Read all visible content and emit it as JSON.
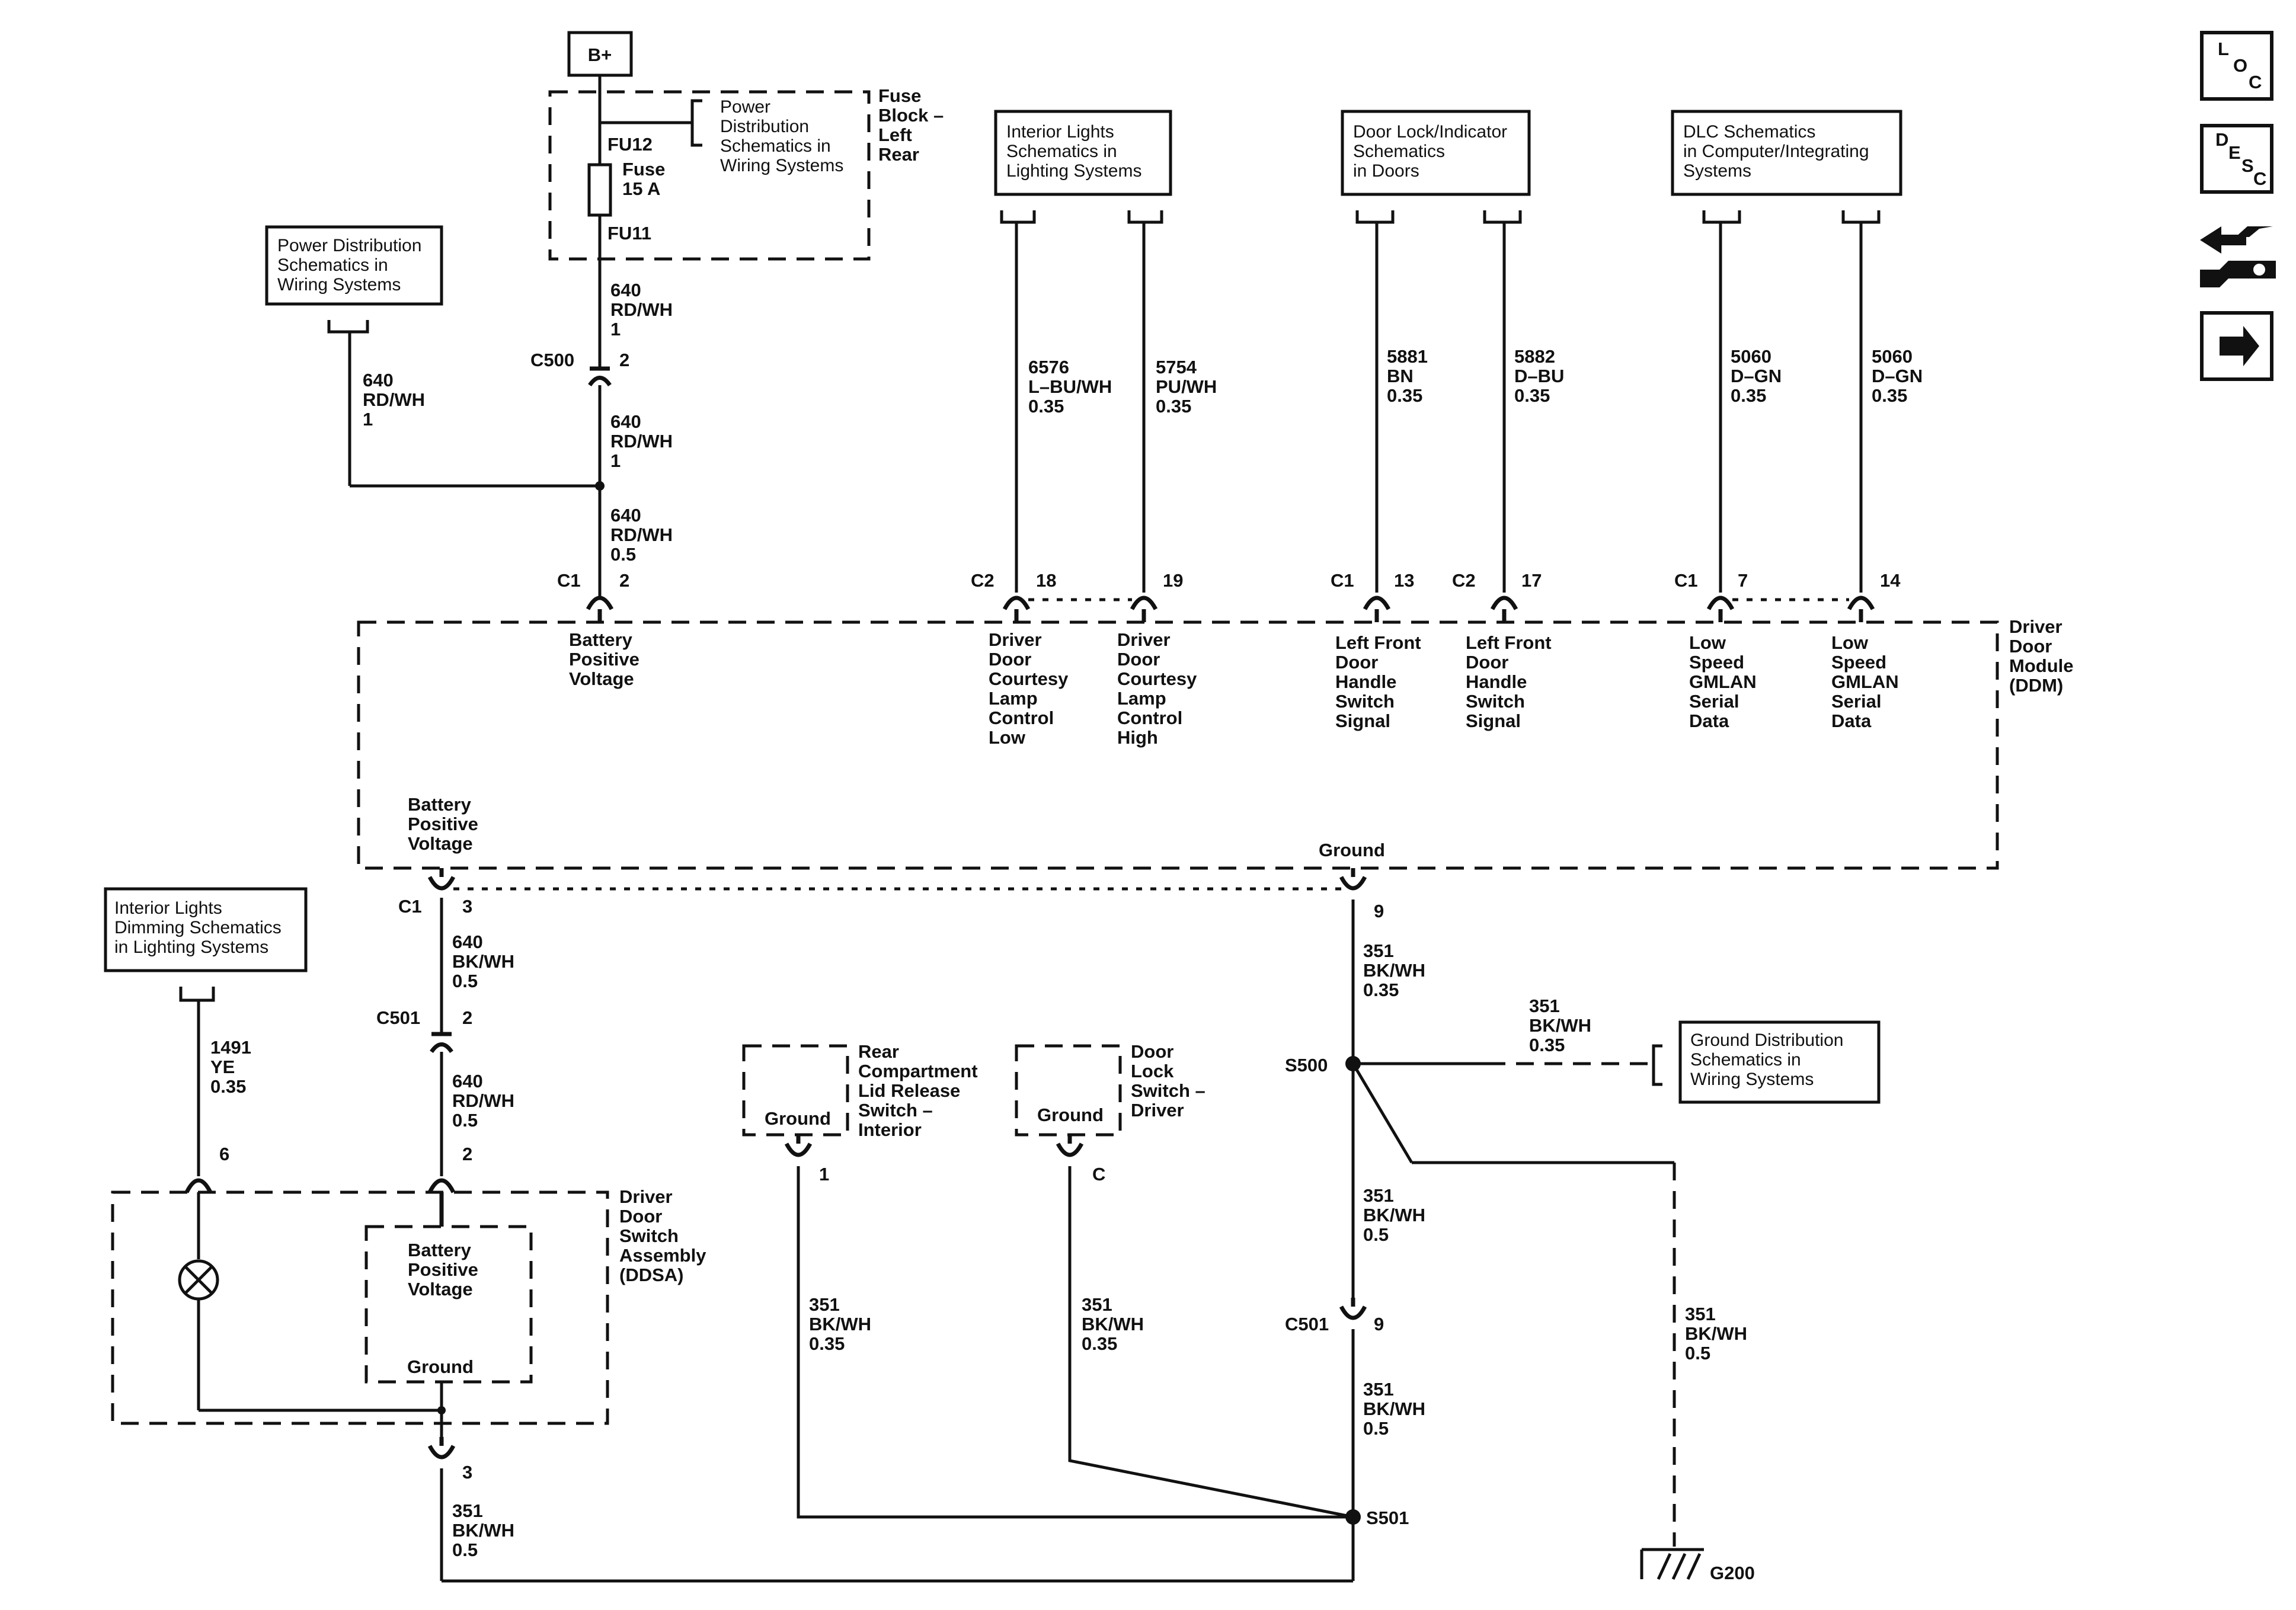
{
  "battery_label": "B+",
  "fuse_block": {
    "label": "Fuse\nBlock –\nLeft\nRear",
    "link": "Power\nDistribution\nSchematics in\nWiring Systems",
    "fu12": "FU12",
    "fuse": "Fuse\n15 A",
    "fu11": "FU11"
  },
  "power_dist_link": "Power Distribution\nSchematics in\nWiring Systems",
  "interior_lights_link": "Interior Lights\nSchematics in\nLighting Systems",
  "door_lock_link": "Door Lock/Indicator\nSchematics\nin Doors",
  "dlc_link": "DLC Schematics\nin Computer/Integrating\nSystems",
  "dimming_link": "Interior Lights\nDimming Schematics\nin Lighting Systems",
  "ground_dist_link": "Ground Distribution\nSchematics in\nWiring Systems",
  "side_icons": {
    "loc": [
      "L",
      "O",
      "C"
    ],
    "desc": [
      "D",
      "E",
      "S",
      "C"
    ]
  },
  "ddm": {
    "label": "Driver\nDoor\nModule\n(DDM)",
    "pins": {
      "battery": "Battery\nPositive\nVoltage",
      "lamp_low": "Driver\nDoor\nCourtesy\nLamp\nControl\nLow",
      "lamp_high": "Driver\nDoor\nCourtesy\nLamp\nControl\nHigh",
      "lf_switch_1": "Left Front\nDoor\nHandle\nSwitch\nSignal",
      "lf_switch_2": "Left Front\nDoor\nHandle\nSwitch\nSignal",
      "gmlan_1": "Low\nSpeed\nGMLAN\nSerial\nData",
      "gmlan_2": "Low\nSpeed\nGMLAN\nSerial\nData",
      "bpv_out": "Battery\nPositive\nVoltage",
      "ground": "Ground"
    }
  },
  "ddsa": {
    "label": "Driver\nDoor\nSwitch\nAssembly\n(DDSA)",
    "inner": "Battery\nPositive\nVoltage",
    "ground": "Ground"
  },
  "rear_lid_switch": {
    "label": "Rear\nCompartment\nLid Release\nSwitch –\nInterior",
    "ground": "Ground",
    "pin": "1"
  },
  "door_lock_switch": {
    "label": "Door\nLock\nSwitch –\nDriver",
    "ground": "Ground",
    "pin": "C"
  },
  "connectors": {
    "c500": "C500",
    "c500_pin": "2",
    "c1_top": "C1",
    "c1_top_pin": "2",
    "c2_a": "C2",
    "c2_a_pin": "18",
    "c2_a2_pin": "19",
    "c1_b": "C1",
    "c1_b_pin": "13",
    "c2_b": "C2",
    "c2_b_pin": "17",
    "c1_c": "C1",
    "c1_c_pin": "7",
    "c1_c2_pin": "14",
    "c1_low": "C1",
    "c1_low_pin": "3",
    "ground_pin": "9",
    "c501_a": "C501",
    "c501_a_pin": "2",
    "ddsa_pin6": "6",
    "ddsa_pin2": "2",
    "ddsa_pin3": "3",
    "c501_b": "C501",
    "c501_b_pin": "9",
    "s500": "S500",
    "s501": "S501",
    "g200": "G200"
  },
  "wires": {
    "w640_a": "640\nRD/WH\n1",
    "w640_b": "640\nRD/WH\n1",
    "w640_c": "640\nRD/WH\n1",
    "w640_d": "640\nRD/WH\n0.5",
    "w6576": "6576\nL–BU/WH\n0.35",
    "w5754": "5754\nPU/WH\n0.35",
    "w5881": "5881\nBN\n0.35",
    "w5882": "5882\nD–BU\n0.35",
    "w5060_a": "5060\nD–GN\n0.35",
    "w5060_b": "5060\nD–GN\n0.35",
    "w640_bk": "640\nBK/WH\n0.5",
    "w640_e": "640\nRD/WH\n0.5",
    "w1491": "1491\nYE\n0.35",
    "w351_a": "351\nBK/WH\n0.35",
    "w351_b": "351\nBK/WH\n0.35",
    "w351_c": "351\nBK/WH\n0.5",
    "w351_d": "351\nBK/WH\n0.5",
    "w351_e": "351\nBK/WH\n0.5",
    "w351_f": "351\nBK/WH\n0.35",
    "w351_g": "351\nBK/WH\n0.35",
    "w351_h": "351\nBK/WH\n0.5"
  }
}
